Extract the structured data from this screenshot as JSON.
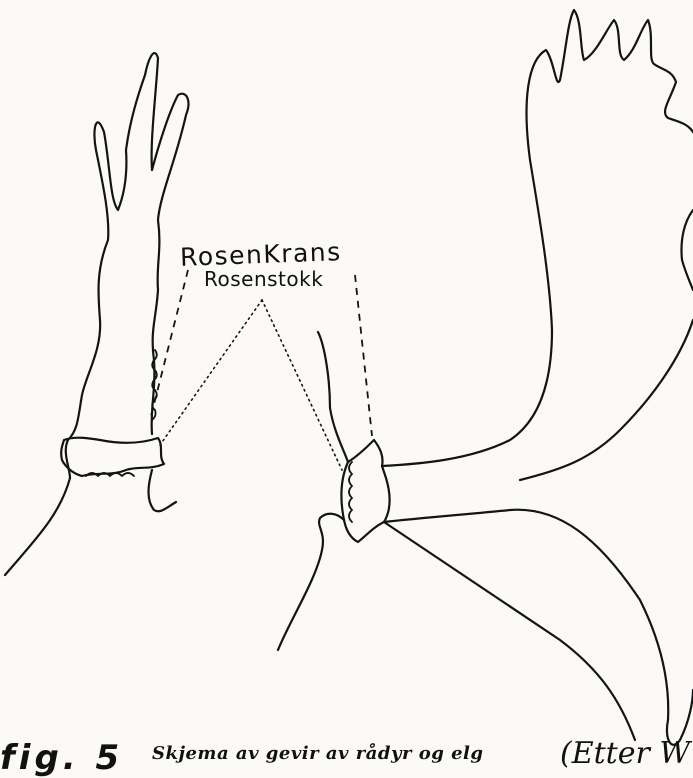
{
  "labels": {
    "rosenkrans": "RosenKrans",
    "rosenstokk": "Rosenstokk"
  },
  "caption": {
    "figure_number": "fig. 5",
    "text": "Skjema av gevir av rådyr og elg",
    "credit": "(Etter W"
  }
}
